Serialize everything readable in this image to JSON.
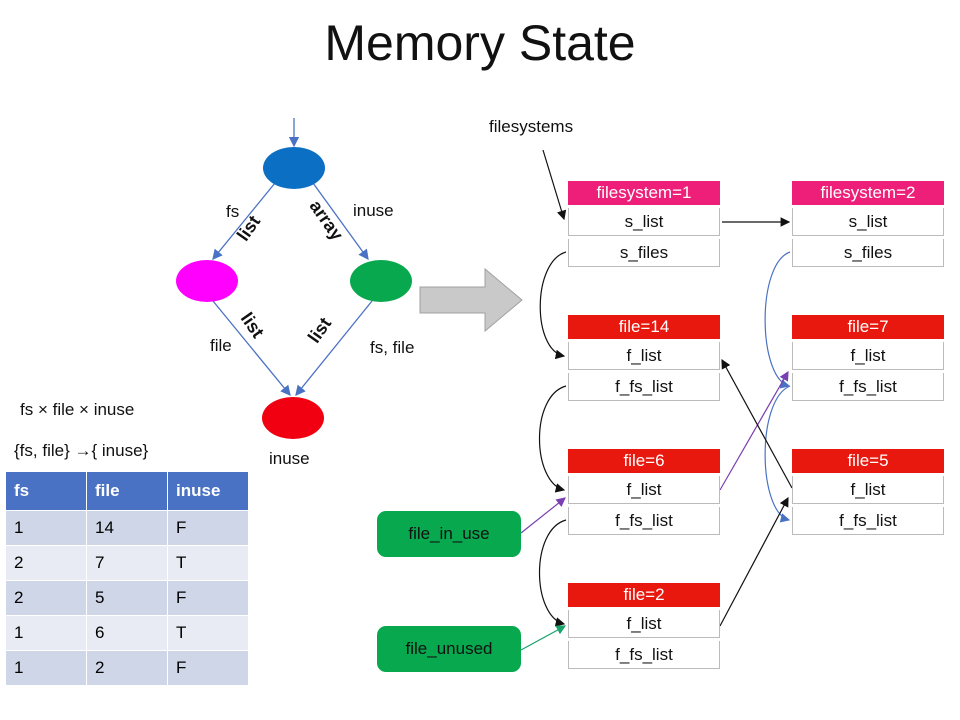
{
  "title": "Memory State",
  "colors": {
    "node_top": "#0b6fc4",
    "node_left": "#ff00ff",
    "node_right": "#07a84e",
    "node_bottom": "#f00010",
    "header": "#e8180f",
    "pill": "#07a84e",
    "table_header": "#4a72c4"
  },
  "graph": {
    "fs_label": "fs",
    "inuse_label": "inuse",
    "file_label": "file",
    "fs_file_label": "fs, file",
    "bottom_inuse_label": "inuse",
    "edge_list_top_left": "list",
    "edge_array_top_right": "array",
    "edge_list_bottom_left": "list",
    "edge_list_bottom_right": "list"
  },
  "relation": {
    "product": "fs × file × inuse",
    "dependency": "{fs, file} →{ inuse}"
  },
  "table": {
    "headers": [
      "fs",
      "file",
      "inuse"
    ],
    "rows": [
      [
        "1",
        "14",
        "F"
      ],
      [
        "2",
        "7",
        "T"
      ],
      [
        "2",
        "5",
        "F"
      ],
      [
        "1",
        "6",
        "T"
      ],
      [
        "1",
        "2",
        "F"
      ]
    ]
  },
  "filesystems_label": "filesystems",
  "records": {
    "fs1": {
      "header": "filesystem=1",
      "f1": "s_list",
      "f2": "s_files"
    },
    "fs2": {
      "header": "filesystem=2",
      "f1": "s_list",
      "f2": "s_files"
    },
    "file14": {
      "header": "file=14",
      "f1": "f_list",
      "f2": "f_fs_list"
    },
    "file7": {
      "header": "file=7",
      "f1": "f_list",
      "f2": "f_fs_list"
    },
    "file6": {
      "header": "file=6",
      "f1": "f_list",
      "f2": "f_fs_list"
    },
    "file5": {
      "header": "file=5",
      "f1": "f_list",
      "f2": "f_fs_list"
    },
    "file2": {
      "header": "file=2",
      "f1": "f_list",
      "f2": "f_fs_list"
    }
  },
  "pills": {
    "in_use": "file_in_use",
    "unused": "file_unused"
  }
}
